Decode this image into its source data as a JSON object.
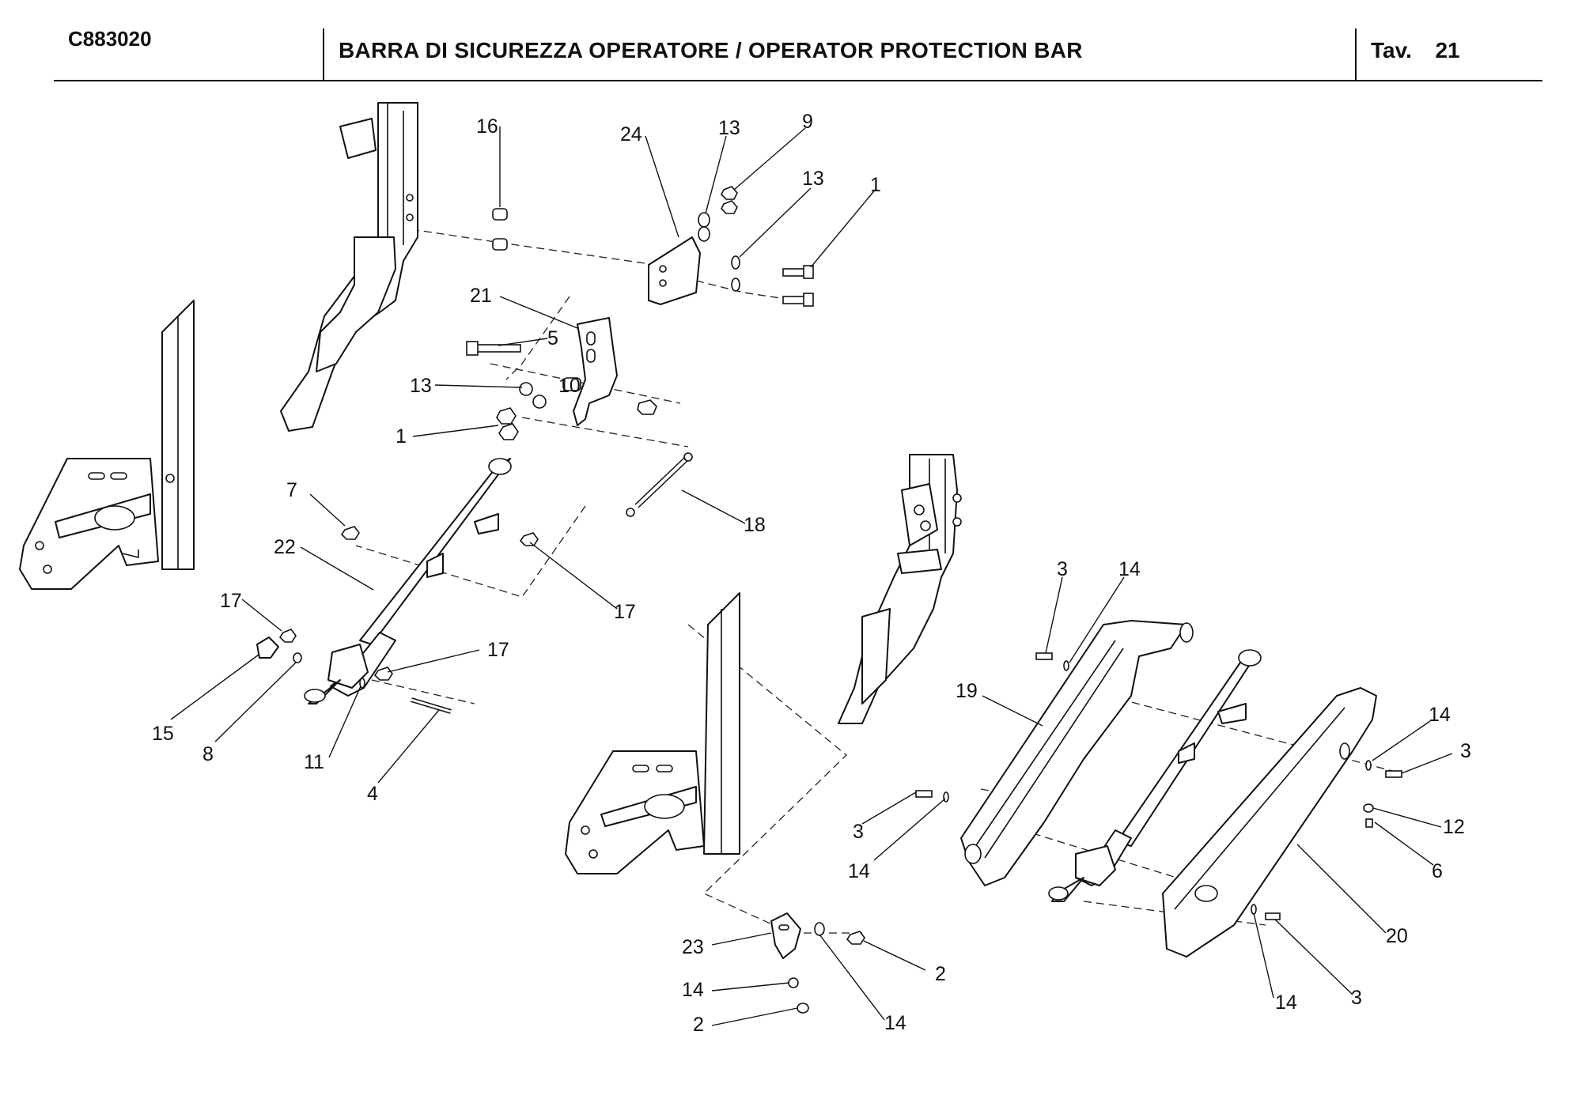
{
  "header": {
    "code": "C883020",
    "title": "BARRA DI SICUREZZA OPERATORE / OPERATOR PROTECTION BAR",
    "table_label": "Tav.",
    "table_number": "21"
  },
  "callouts": [
    {
      "id": "c16",
      "text": "16"
    },
    {
      "id": "c24",
      "text": "24"
    },
    {
      "id": "c13a",
      "text": "13"
    },
    {
      "id": "c9",
      "text": "9"
    },
    {
      "id": "c13b",
      "text": "13"
    },
    {
      "id": "c1a",
      "text": "1"
    },
    {
      "id": "c21",
      "text": "21"
    },
    {
      "id": "c5",
      "text": "5"
    },
    {
      "id": "c13c",
      "text": "13"
    },
    {
      "id": "c10",
      "text": "10"
    },
    {
      "id": "c1b",
      "text": "1"
    },
    {
      "id": "c7",
      "text": "7"
    },
    {
      "id": "c18",
      "text": "18"
    },
    {
      "id": "c22",
      "text": "22"
    },
    {
      "id": "c17a",
      "text": "17"
    },
    {
      "id": "c17b",
      "text": "17"
    },
    {
      "id": "c17c",
      "text": "17"
    },
    {
      "id": "c15",
      "text": "15"
    },
    {
      "id": "c8",
      "text": "8"
    },
    {
      "id": "c11",
      "text": "11"
    },
    {
      "id": "c4",
      "text": "4"
    },
    {
      "id": "c3a",
      "text": "3"
    },
    {
      "id": "c14a",
      "text": "14"
    },
    {
      "id": "c19",
      "text": "19"
    },
    {
      "id": "c14b",
      "text": "14"
    },
    {
      "id": "c3b",
      "text": "3"
    },
    {
      "id": "c3c",
      "text": "3"
    },
    {
      "id": "c14c",
      "text": "14"
    },
    {
      "id": "c12",
      "text": "12"
    },
    {
      "id": "c6",
      "text": "6"
    },
    {
      "id": "c20",
      "text": "20"
    },
    {
      "id": "c23",
      "text": "23"
    },
    {
      "id": "c2a",
      "text": "2"
    },
    {
      "id": "c14d",
      "text": "14"
    },
    {
      "id": "c14e",
      "text": "14"
    },
    {
      "id": "c2b",
      "text": "2"
    },
    {
      "id": "c14f",
      "text": "14"
    },
    {
      "id": "c3d",
      "text": "3"
    }
  ]
}
